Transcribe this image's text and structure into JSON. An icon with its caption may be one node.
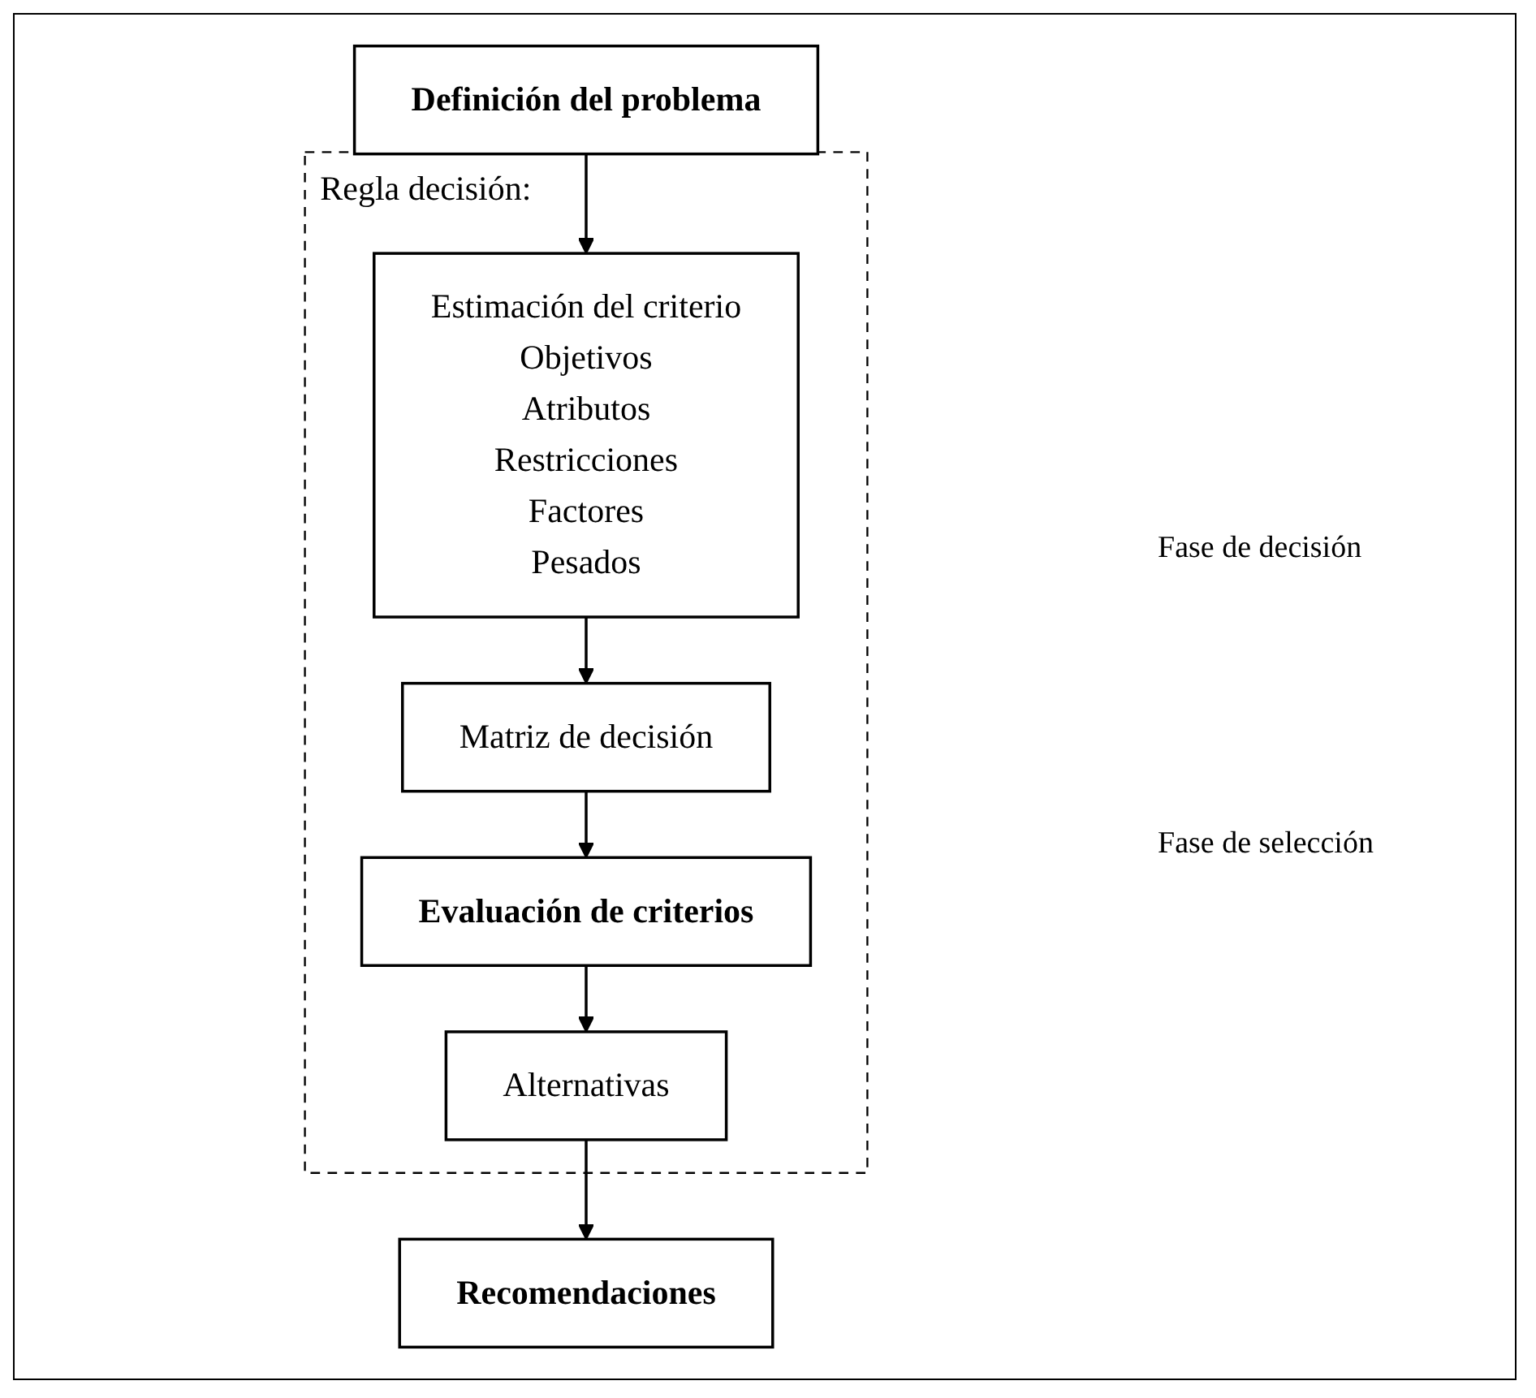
{
  "diagram": {
    "nodes": [
      {
        "text": [
          "Definición del problema"
        ]
      },
      {
        "text": [
          "Regla decisión:"
        ]
      },
      {
        "text": [
          "Estimación del criterio",
          "Objetivos",
          "Atributos",
          "Restricciones",
          "Factores",
          "Pesados"
        ],
        "in": 1
      },
      {
        "text": [
          "Matriz de decisión"
        ],
        "in": 1
      },
      {
        "text": [
          "Evaluación de criterios"
        ],
        "in": 1
      },
      {
        "text": [
          "Alternativas"
        ],
        "in": 1
      },
      {
        "text": [
          "Recomendaciones"
        ]
      }
    ],
    "edges": [
      {
        "from": 0,
        "to": 2,
        "arrow": "to"
      },
      {
        "from": 2,
        "to": 3,
        "arrow": "to"
      },
      {
        "from": 3,
        "to": 4,
        "arrow": "to"
      },
      {
        "from": 4,
        "to": 5,
        "arrow": "to"
      },
      {
        "from": 5,
        "to": 6,
        "arrow": "to"
      }
    ],
    "labels": [
      "Fase de decisión",
      "Fase de selección"
    ]
  }
}
